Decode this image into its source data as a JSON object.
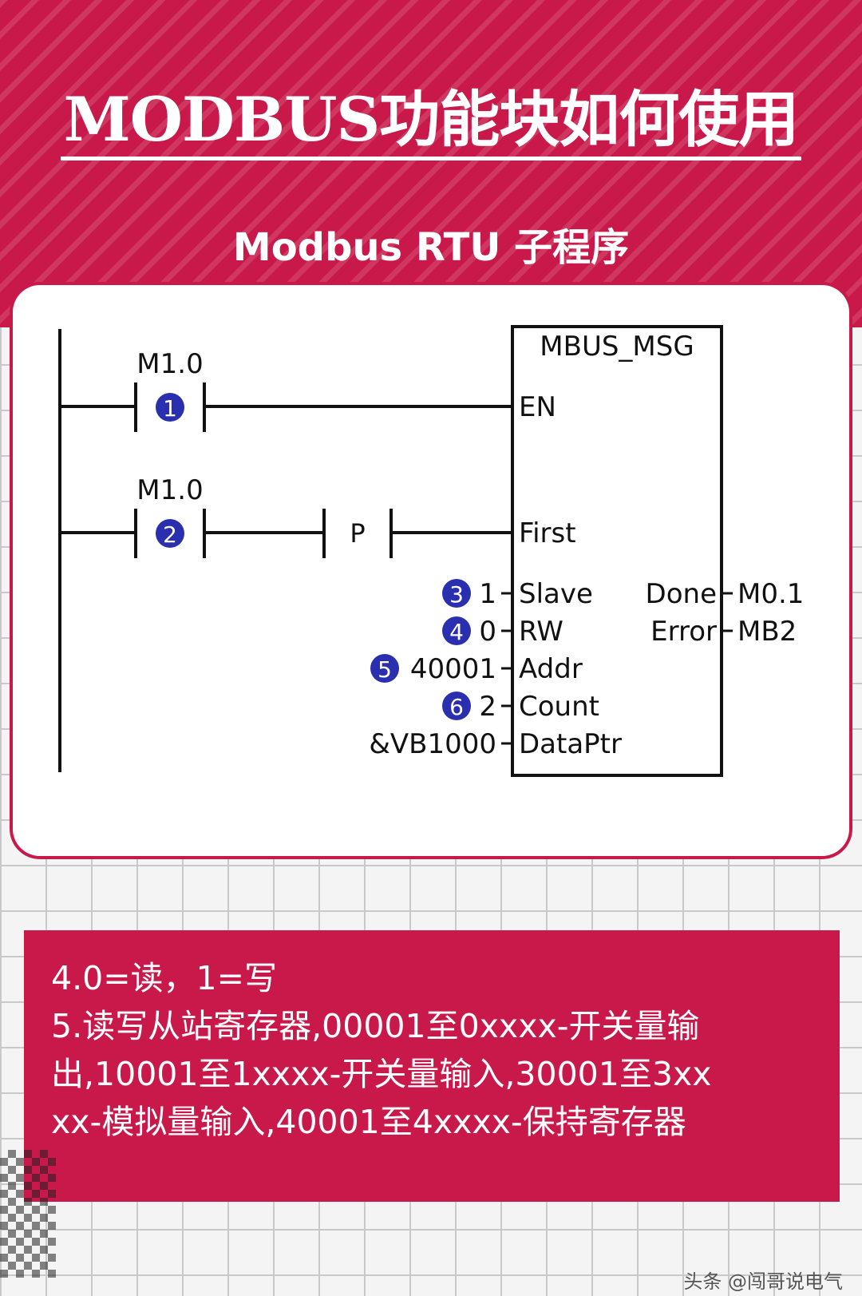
{
  "title": "MODBUS功能块如何使用",
  "subtitle": "Modbus RTU 子程序",
  "diagram": {
    "block_name": "MBUS_MSG",
    "contact1_label": "M1.0",
    "contact1_num": "1",
    "contact2_label": "M1.0",
    "contact2_num": "2",
    "p_label": "P",
    "en": "EN",
    "first": "First",
    "inputs": [
      {
        "num": "3",
        "value": "1",
        "pin": "Slave"
      },
      {
        "num": "4",
        "value": "0",
        "pin": "RW"
      },
      {
        "num": "5",
        "value": "40001",
        "pin": "Addr"
      },
      {
        "num": "6",
        "value": "2",
        "pin": "Count"
      },
      {
        "num": "",
        "value": "&VB1000",
        "pin": "DataPtr"
      }
    ],
    "outputs": [
      {
        "pin": "Done",
        "value": "M0.1"
      },
      {
        "pin": "Error",
        "value": "MB2"
      }
    ],
    "badge_color": "#2a2fb0"
  },
  "notes": [
    "4.0=读，1=写",
    "5.读写从站寄存器,00001至0xxxx-开关量输",
    "出,10001至1xxxx-开关量输入,30001至3xx",
    "xx-模拟量输入,40001至4xxxx-保持寄存器"
  ],
  "watermark": "头条 @闯哥说电气",
  "colors": {
    "brand": "#c8194a",
    "badge": "#2a2fb0"
  }
}
